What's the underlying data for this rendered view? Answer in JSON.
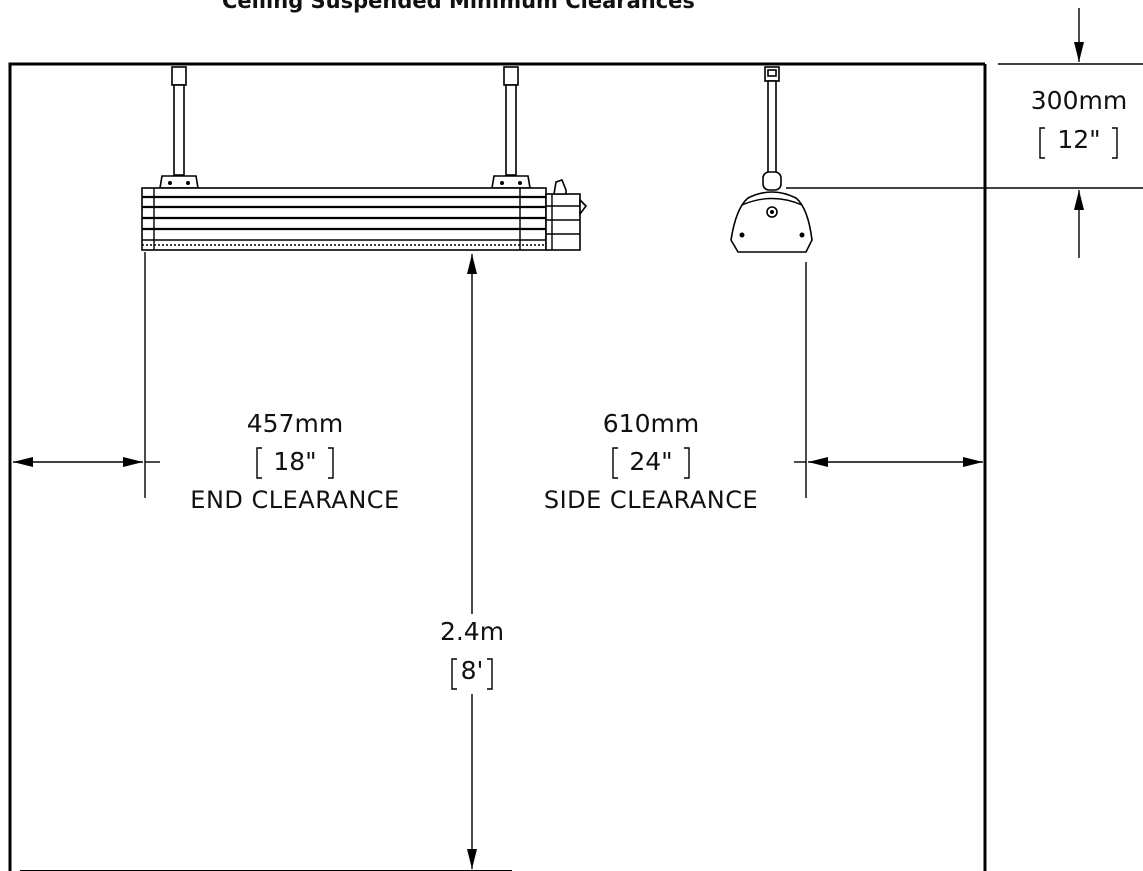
{
  "title": "Ceiling Suspended Minimum Clearances",
  "dimensions": {
    "ceiling_gap": {
      "metric": "300mm",
      "imperial": "12\""
    },
    "end_clearance": {
      "metric": "457mm",
      "imperial": "18\"",
      "label": "END CLEARANCE"
    },
    "side_clearance": {
      "metric": "610mm",
      "imperial": "24\"",
      "label": "SIDE CLEARANCE"
    },
    "floor_height": {
      "metric": "2.4m",
      "imperial": "8'"
    }
  },
  "colors": {
    "line": "#000000",
    "background": "#ffffff"
  },
  "icons": {
    "heater_side": "linear-heater-side-view",
    "heater_end": "heater-end-view",
    "arrow": "dimension-arrowhead"
  }
}
